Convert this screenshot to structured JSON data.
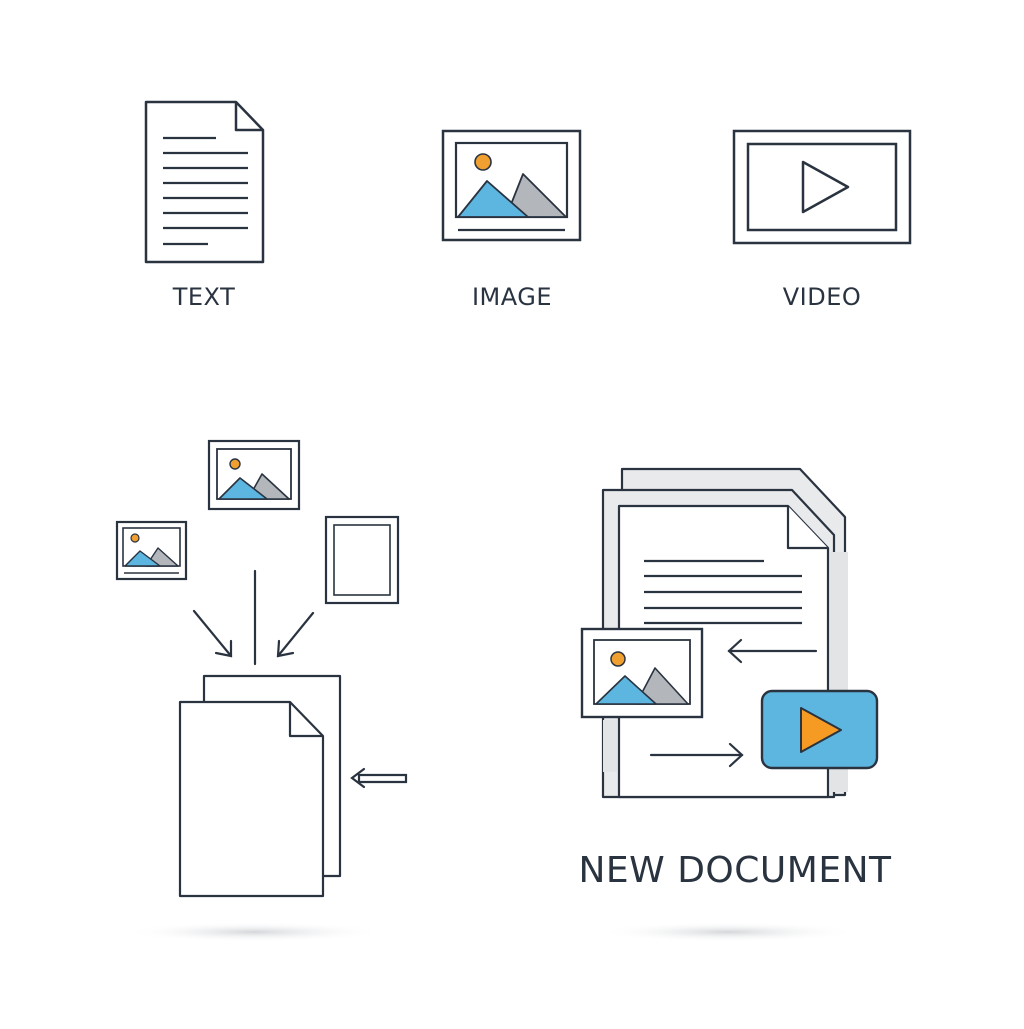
{
  "labels": {
    "text": "TEXT",
    "image": "IMAGE",
    "video": "VIDEO",
    "new_document": "NEW DOCUMENT"
  },
  "colors": {
    "stroke": "#2a3340",
    "sky_blue": "#5cb6e0",
    "mountain_gray": "#b3b7bc",
    "sun_orange": "#f0a030",
    "play_orange": "#f59a23",
    "video_button_fill": "#5cb6e0",
    "shadow": "#d8dadd",
    "page_gray": "#e9eaec"
  },
  "icons": [
    "text-document-icon",
    "image-icon",
    "video-icon",
    "merge-illustration",
    "new-document-illustration"
  ]
}
